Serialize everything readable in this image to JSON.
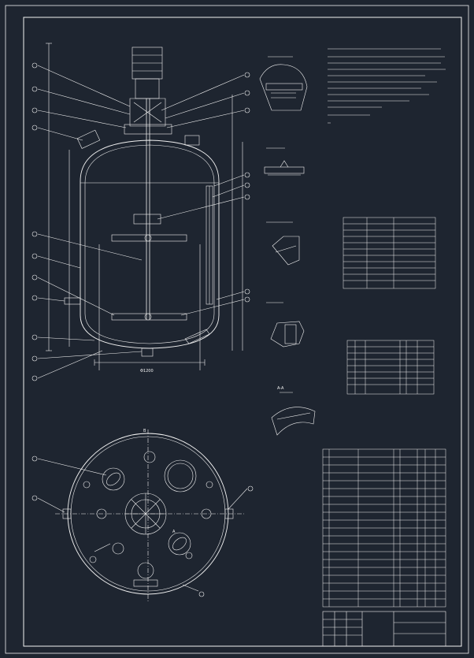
{
  "drawing": {
    "tables": {
      "design_parameters": {
        "rows": 11,
        "cols": 3
      },
      "nozzle_table": {
        "rows": 8,
        "cols": 6
      },
      "parts_list": {
        "rows": 20,
        "cols": 8
      }
    },
    "labels": {
      "section_a": "A-A",
      "section_a_view": "A",
      "dim_width": "Φ1200",
      "view_b": "B"
    },
    "colors": {
      "background": "#1e2530",
      "line": "#f2f2f2"
    }
  }
}
